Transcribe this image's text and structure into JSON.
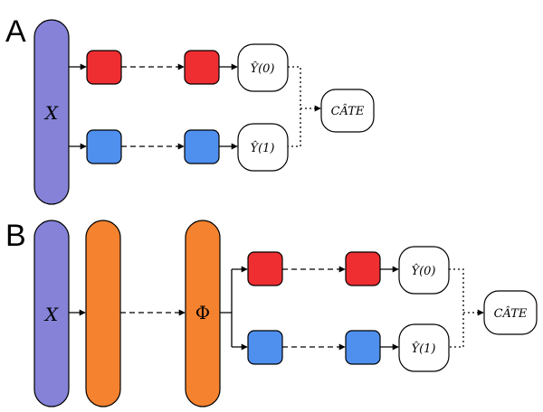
{
  "panels": {
    "a": {
      "letter": "A",
      "input_label": "X",
      "outcome_0_label": "Ŷ(0)",
      "outcome_1_label": "Ŷ(1)",
      "result_label": "CÂTE"
    },
    "b": {
      "letter": "B",
      "input_label": "X",
      "representation_label": "Φ",
      "outcome_0_label": "Ŷ(0)",
      "outcome_1_label": "Ŷ(1)",
      "result_label": "CÂTE"
    }
  },
  "colors": {
    "input_node": "#8582d8",
    "representation_node": "#f5822f",
    "treatment_0_node": "#ee2e31",
    "treatment_1_node": "#4f8fee",
    "outcome_node": "#ffffff",
    "stroke": "#000000"
  }
}
